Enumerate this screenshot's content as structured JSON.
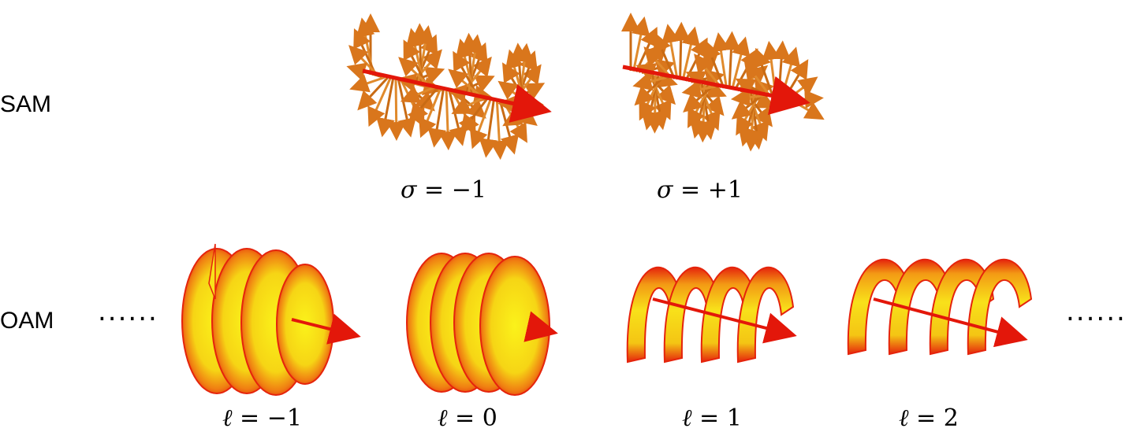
{
  "rows": {
    "sam_label": "SAM",
    "oam_label": "OAM"
  },
  "sam": [
    {
      "symbol": "σ",
      "eq": " = −1"
    },
    {
      "symbol": "σ",
      "eq": " = +1"
    }
  ],
  "oam": [
    {
      "symbol": "ℓ",
      "eq": " = −1"
    },
    {
      "symbol": "ℓ",
      "eq": " = 0"
    },
    {
      "symbol": "ℓ",
      "eq": " = 1"
    },
    {
      "symbol": "ℓ",
      "eq": " = 2"
    }
  ],
  "ellipsis_left": "......",
  "ellipsis_right": "......",
  "colors": {
    "arrow_orange": "#e5892a",
    "arrow_dark": "#b55e10",
    "axis_red": "#e3170a",
    "surface_yellow": "#f5ee10",
    "surface_edge": "#e8260e"
  }
}
